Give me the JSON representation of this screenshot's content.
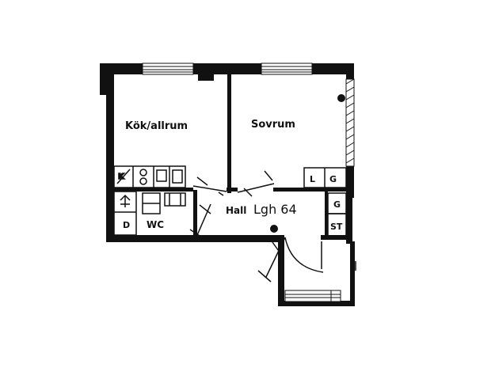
{
  "plan": {
    "apartment_label": "Lgh 64",
    "rooms": {
      "kitchen": "Kök/allrum",
      "bedroom": "Sovrum",
      "hall": "Hall",
      "wc": "WC"
    },
    "fixtures": {
      "bedroom_closet_l": "L",
      "bedroom_closet_g": "G",
      "hall_closet_g": "G",
      "hall_closet_st": "ST",
      "wc_d": "D"
    },
    "colors": {
      "wall": "#111111",
      "background": "#ffffff"
    }
  }
}
